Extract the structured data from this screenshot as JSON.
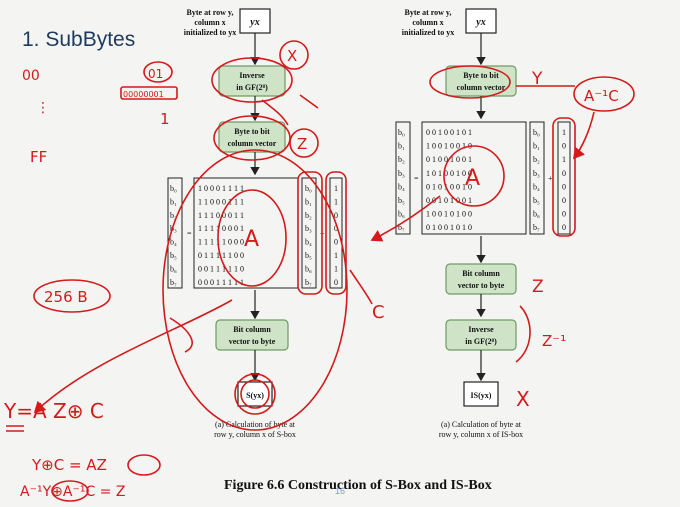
{
  "slide": {
    "title": "1. SubBytes",
    "figure_caption": "Figure 6.6  Construction of S-Box and IS-Box",
    "page_number": "16"
  },
  "left": {
    "input_label": [
      "Byte at row y,",
      "column x",
      "initialized to yx"
    ],
    "input_box": "yx",
    "inverse_box": [
      "Inverse",
      "in GF(2⁸)"
    ],
    "byte_to_bit_box": [
      "Byte to bit",
      "column vector"
    ],
    "bit_to_byte_box": [
      "Bit column",
      "vector to byte"
    ],
    "output_box": "S(yx)",
    "caption": [
      "(a) Calculation of byte at",
      "row y, column x of S-box"
    ],
    "vector_labels": [
      "b₀",
      "b₁",
      "b₂",
      "b₃",
      "b₄",
      "b₅",
      "b₆",
      "b₇"
    ],
    "matrix_rows": [
      "1 0 0 0 1 1 1 1",
      "1 1 0 0 0 1 1 1",
      "1 1 1 0 0 0 1 1",
      "1 1 1 1 0 0 0 1",
      "1 1 1 1 1 0 0 0",
      "0 1 1 1 1 1 0 0",
      "0 0 1 1 1 1 1 0",
      "0 0 0 1 1 1 1 1"
    ],
    "constant": [
      "1",
      "1",
      "0",
      "0",
      "0",
      "1",
      "1",
      "0"
    ]
  },
  "right": {
    "input_label": [
      "Byte at row y,",
      "column x",
      "initialized to yx"
    ],
    "input_box": "yx",
    "byte_to_bit_box": [
      "Byte to bit",
      "column vector"
    ],
    "bit_to_byte_box": [
      "Bit column",
      "vector to byte"
    ],
    "inverse_box": [
      "Inverse",
      "in GF(2⁸)"
    ],
    "output_box": "IS(yx)",
    "caption": [
      "(a) Calculation of byte at",
      "row y, column x of IS-box"
    ],
    "vector_labels": [
      "b₀",
      "b₁",
      "b₂",
      "b₃",
      "b₄",
      "b₅",
      "b₆",
      "b₇"
    ],
    "matrix_rows": [
      "0 0 1 0 0 1 0 1",
      "1 0 0 1 0 0 1 0",
      "0 1 0 0 1 0 0 1",
      "1 0 1 0 0 1 0 0",
      "0 1 0 1 0 0 1 0",
      "0 0 1 0 1 0 0 1",
      "1 0 0 1 0 1 0 0",
      "0 1 0 0 1 0 1 0"
    ],
    "constant": [
      "1",
      "0",
      "1",
      "0",
      "0",
      "0",
      "0",
      "0"
    ]
  },
  "annotations": {
    "hex_start": "00",
    "dots": "⋮",
    "hex_end": "FF",
    "circled_01": "01",
    "bits_0001": "00000001",
    "digit_one": "1",
    "count_256": "256 B",
    "equation": "Y=A Z⊕ C",
    "derive_1": "Y⊕C = AZ",
    "derive_2": "A⁻¹Y⊕A⁻¹C = Z",
    "left_X": "X",
    "left_Z": "Z",
    "left_A": "A",
    "left_C": "C",
    "right_Y": "Y",
    "right_AinvC": "A⁻¹C",
    "right_A": "A",
    "right_Z": "Z",
    "right_Zinv": "Z⁻¹",
    "right_X": "X"
  },
  "colors": {
    "title": "#1e3a5c",
    "box_fill": "#cfe3c7",
    "box_border": "#6e9a64",
    "ink": "#d41a1a",
    "background": "#f4f4f2"
  }
}
